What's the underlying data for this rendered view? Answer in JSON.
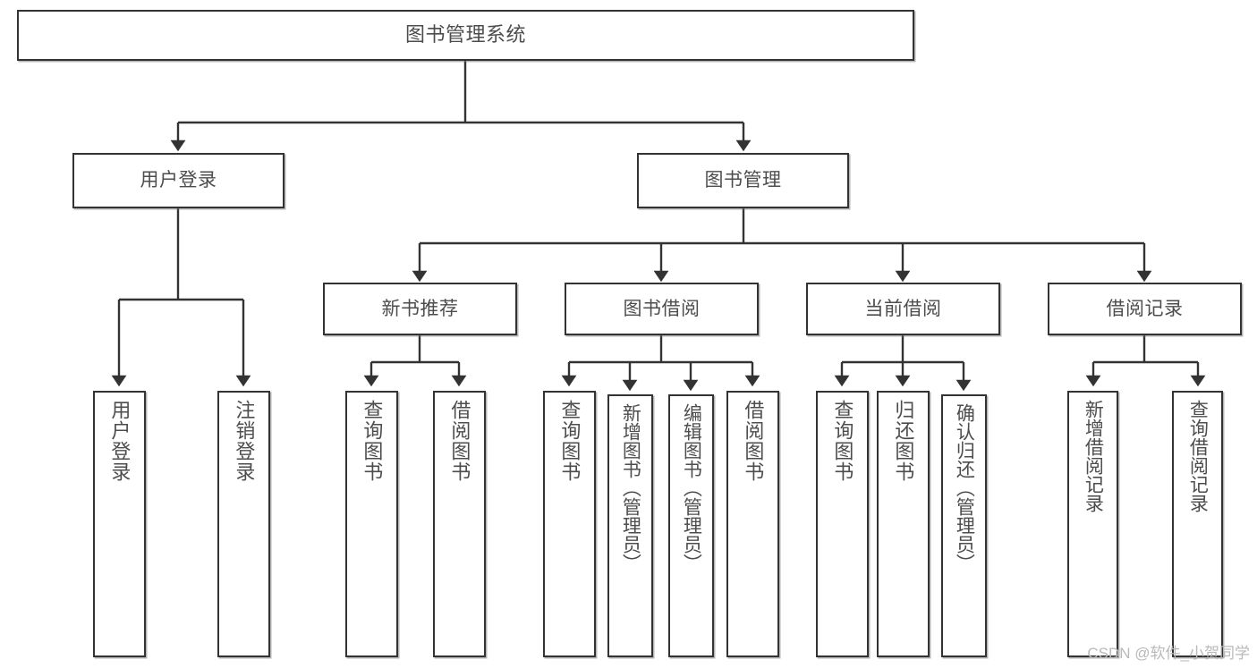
{
  "diagram": {
    "title": "图书管理系统",
    "type": "tree-hierarchy-diagram",
    "watermark": "CSDN @软件_小贺同学",
    "colors": {
      "background": "#ffffff",
      "box_border": "#333333",
      "box_fill": "#ffffff",
      "text": "#4d4d4d",
      "edge": "#333333",
      "watermark": "#b9b9b9"
    },
    "root": {
      "label": "图书管理系统"
    },
    "level2": [
      {
        "label": "用户登录"
      },
      {
        "label": "图书管理"
      }
    ],
    "level3": [
      {
        "label": "新书推荐"
      },
      {
        "label": "图书借阅"
      },
      {
        "label": "当前借阅"
      },
      {
        "label": "借阅记录"
      }
    ],
    "leaves": {
      "user_login": [
        {
          "label": "用户登录"
        },
        {
          "label": "注销登录"
        }
      ],
      "new_book_recommend": [
        {
          "label": "查询图书"
        },
        {
          "label": "借阅图书"
        }
      ],
      "book_borrow": [
        {
          "label": "查询图书"
        },
        {
          "label": "新增图书（管理员）"
        },
        {
          "label": "编辑图书（管理员）"
        },
        {
          "label": "借阅图书"
        }
      ],
      "current_borrow": [
        {
          "label": "查询图书"
        },
        {
          "label": "归还图书"
        },
        {
          "label": "确认归还（管理员）"
        }
      ],
      "borrow_record": [
        {
          "label": "新增借阅记录"
        },
        {
          "label": "查询借阅记录"
        }
      ]
    }
  }
}
